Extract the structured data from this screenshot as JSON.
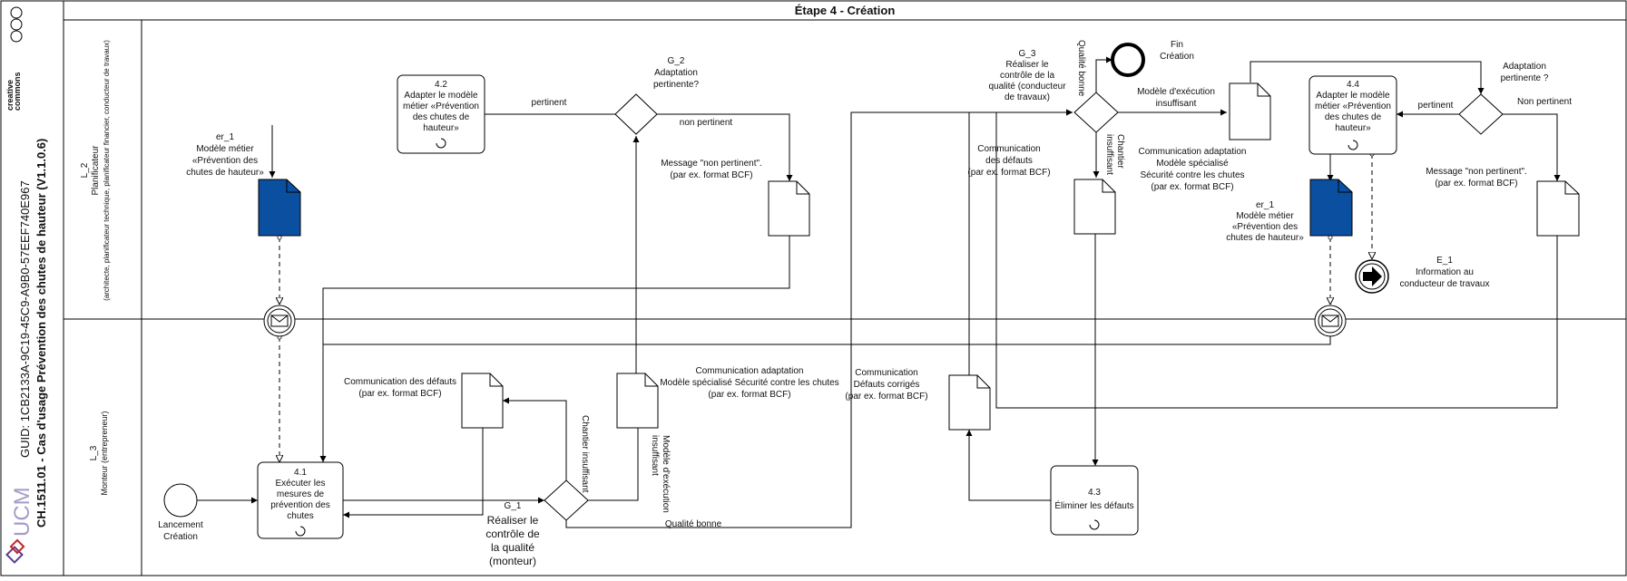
{
  "title_main": "CH.1511.01 - Cas d'usage Prévention des chutes de hauteur (V1.1.0.6)",
  "guid": "GUID: 1CB2133A-9C19-45C9-A9B0-57EEF740E967",
  "license": {
    "line1": "creative",
    "line2": "commons"
  },
  "stage_title": "Étape 4 - Création",
  "lanes": {
    "l2": {
      "id": "L_2",
      "role": "Planificateur",
      "detail": "(architecte, planificateur technique, planificateur financier, conducteur de travaux)"
    },
    "l3": {
      "id": "L_3",
      "role": "Monteur (entrepreneur)"
    }
  },
  "events": {
    "start": {
      "line1": "Lancement",
      "line2": "Création"
    },
    "end": {
      "line1": "Fin",
      "line2": "Création"
    },
    "e1": {
      "id": "E_1",
      "line1": "Information au",
      "line2": "conducteur de travaux"
    }
  },
  "tasks": {
    "t41": {
      "id": "4.1",
      "lines": [
        "Exécuter les",
        "mesures de",
        "prévention des",
        "chutes"
      ]
    },
    "t42": {
      "id": "4.2",
      "lines": [
        "Adapter le modèle",
        "métier «Prévention",
        "des chutes de",
        "hauteur»"
      ]
    },
    "t43": {
      "id": "4.3",
      "lines": [
        "Éliminer les défauts"
      ]
    },
    "t44": {
      "id": "4.4",
      "lines": [
        "Adapter le modèle",
        "métier «Prévention",
        "des chutes de",
        "hauteur»"
      ]
    }
  },
  "gateways": {
    "g1": {
      "id": "G_1",
      "lines": [
        "Réaliser le",
        "contrôle de",
        "la qualité",
        "(monteur)"
      ]
    },
    "g2": {
      "id": "G_2",
      "lines": [
        "Adaptation",
        "pertinente?"
      ]
    },
    "g3": {
      "id": "G_3",
      "lines": [
        "Réaliser le",
        "contrôle de la",
        "qualité (conducteur",
        "de travaux)"
      ]
    },
    "g4": {
      "lines": [
        "Adaptation",
        "pertinente ?"
      ]
    }
  },
  "data_objects": {
    "er1_left": {
      "id": "er_1",
      "lines": [
        "Modèle métier",
        "«Prévention des",
        "chutes de hauteur»"
      ]
    },
    "er1_right": {
      "id": "er_1",
      "lines": [
        "Modèle métier",
        "«Prévention des",
        "chutes de hauteur»"
      ]
    },
    "msg_np_left": {
      "lines": [
        "Message \"non pertinent\".",
        "(par ex. format BCF)"
      ]
    },
    "msg_np_right": {
      "lines": [
        "Message \"non pertinent\".",
        "(par ex. format BCF)"
      ]
    },
    "comm_def_l3": {
      "lines": [
        "Communication des défauts",
        "(par ex. format BCF)"
      ]
    },
    "comm_adapt_l3": {
      "lines": [
        "Communication adaptation",
        "Modèle spécialisé Sécurité contre les chutes",
        "(par ex. format BCF)"
      ]
    },
    "comm_corr": {
      "lines": [
        "Communication",
        "Défauts corrigés",
        "(par ex. format BCF)"
      ]
    },
    "comm_def_l2": {
      "lines": [
        "Communication",
        "des défauts",
        "(par ex. format BCF)"
      ]
    },
    "comm_adapt_l2": {
      "lines": [
        "Communication adaptation",
        "Modèle spécialisé",
        "Sécurité contre les chutes",
        "(par ex. format BCF)"
      ]
    }
  },
  "flow_labels": {
    "pertinent_left": "pertinent",
    "non_pertinent_left": "non pertinent",
    "chantier_insuffisant_l3": "Chantier insuffisant",
    "modele_execution_l3": [
      "Modèle d'exécution",
      "insuffisant"
    ],
    "qualite_bonne_l3": "Qualité bonne",
    "qualite_bonne_l2": "Qualité bonne",
    "modele_execution_l2": [
      "Modèle d'exécution",
      "insuffisant"
    ],
    "chantier_insuffisant_l2": [
      "Chantier",
      "insuffisant"
    ],
    "pertinent_right": "pertinent",
    "non_pertinent_right": "Non pertinent"
  },
  "colors": {
    "stroke": "#000000",
    "data_blue": "#0b4fa0",
    "logo_purple": "#5b3b8c",
    "logo_red": "#c0272d"
  }
}
